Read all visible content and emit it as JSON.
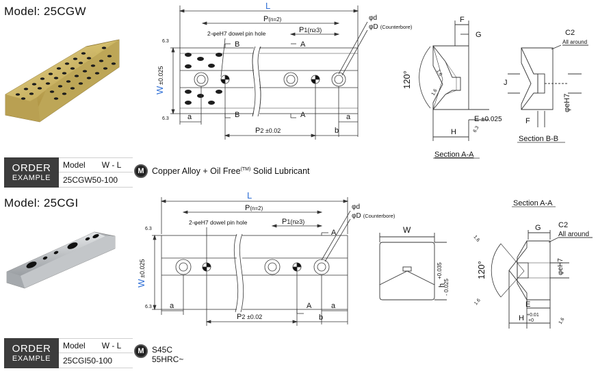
{
  "model1": {
    "title": "Model: 25CGW",
    "order_label_1": "ORDER",
    "order_label_2": "EXAMPLE",
    "order_header_model": "Model",
    "order_header_size": "W - L",
    "order_value": "25CGW50-100",
    "material_badge": "M",
    "material_text": "Copper Alloy + Oil Free",
    "material_tm": "(TM)",
    "material_suffix": " Solid Lubricant",
    "drawing": {
      "L": "L",
      "P": "P",
      "P_sub": "(n=2)",
      "P1": "P",
      "P1_sub": "1(n≥3)",
      "d": "φd",
      "D": "φD",
      "D_note": "(Counterbore)",
      "dowel": "2-φeH7 dowel pin hole",
      "B_top": "B",
      "A_top": "A",
      "B_bot": "B",
      "A_bot": "A",
      "a_left": "a",
      "a_right": "a",
      "b": "b",
      "P2": "P",
      "P2_sub": "2 ±0.02",
      "W": "W",
      "W_tol": "±0.025",
      "rough_top": "6.3",
      "rough_bot": "6.3",
      "F": "F",
      "G": "G",
      "angle": "120°",
      "r_top": "1.6",
      "r_bot": "1.6",
      "H": "H",
      "E": "E",
      "E_tol": "±0.025",
      "rough_sec": "6.3",
      "sectionAA": "Section A-A",
      "C2": "C2",
      "all_around": "All around",
      "J": "J",
      "eH7": "φeH7",
      "F2": "F",
      "sectionBB": "Section B-B"
    }
  },
  "model2": {
    "title": "Model: 25CGI",
    "order_label_1": "ORDER",
    "order_label_2": "EXAMPLE",
    "order_header_model": "Model",
    "order_header_size": "W - L",
    "order_value": "25CGI50-100",
    "material_badge": "M",
    "material_line1": "S45C",
    "material_line2": "55HRC~",
    "drawing": {
      "L": "L",
      "P": "P",
      "P_sub": "(n=2)",
      "P1": "P",
      "P1_sub": "1(n≥3)",
      "d": "φd",
      "D": "φD",
      "D_note": "(Counterbore)",
      "dowel": "2-φeH7 dowel pin hole",
      "A_top": "A",
      "A_bot": "A",
      "a_left": "a",
      "a_right": "a",
      "b": "b",
      "P2": "P",
      "P2_sub": "2 ±0.02",
      "W": "W",
      "W_tol": "±0.025",
      "rough_top": "6.3",
      "rough_bot": "6.3",
      "W_end": "W",
      "h": "h",
      "h_tol_plus": "+0.035",
      "h_tol_minus": "- 0.025",
      "sectionAA": "Section A-A",
      "G": "G",
      "C2": "C2",
      "all_around": "All around",
      "angle": "120°",
      "r_top": "1.6",
      "r_bot": "1.6",
      "eH7": "φeH7",
      "E": "E",
      "H": "H",
      "H_plus": "+0.01",
      "H_zero": "+0",
      "rough_sec": "1.6"
    }
  },
  "colors": {
    "accent_blue": "#2f6fd6",
    "bronze": "#c9b060",
    "steel": "#b9bcbf",
    "line": "#333333",
    "order_bg": "#3c3c3c"
  }
}
